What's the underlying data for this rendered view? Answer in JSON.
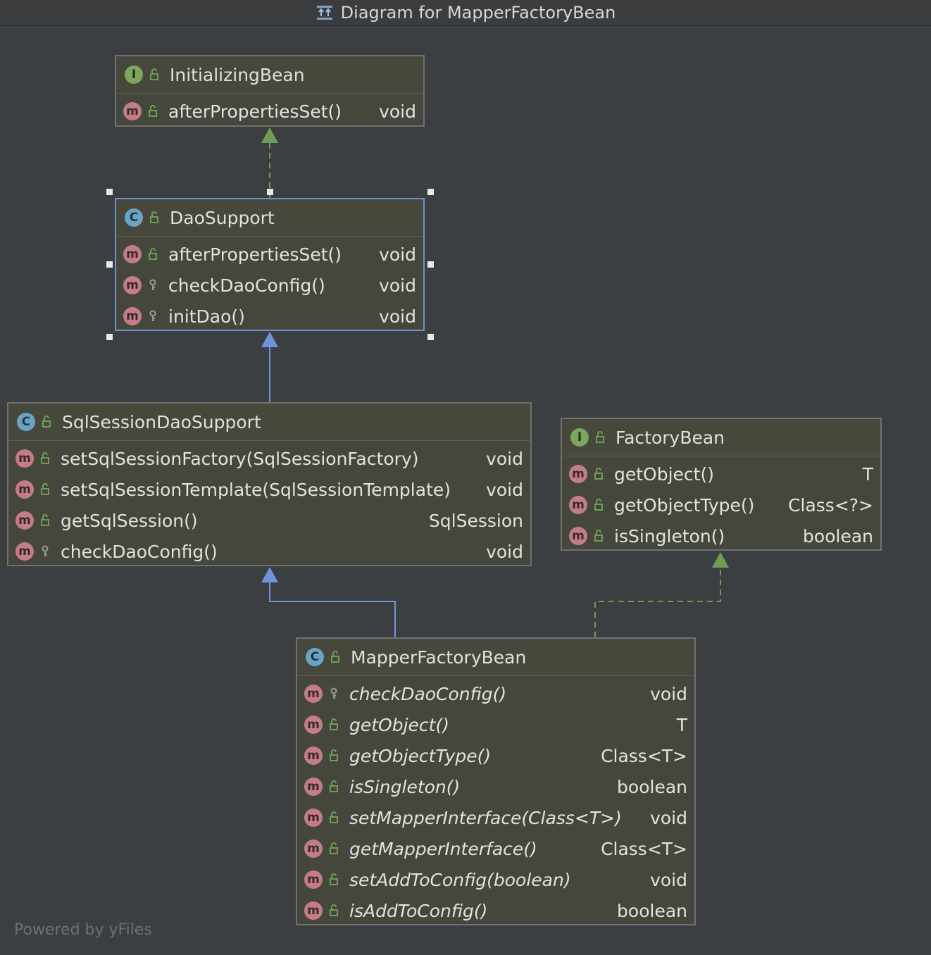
{
  "window": {
    "title": "Diagram for MapperFactoryBean"
  },
  "footer": "Powered by yFiles",
  "colors": {
    "background": "#3c3f41",
    "node_fill": "#45473c",
    "implements_edge": "#6e9e55",
    "extends_edge": "#6f93d8",
    "selection": "#6f93c8"
  },
  "nodes": {
    "initializing_bean": {
      "kind": "I",
      "kind_icon": "interface-icon",
      "name": "InitializingBean",
      "methods": [
        {
          "name": "afterPropertiesSet()",
          "ret": "void",
          "visibility": "public"
        }
      ]
    },
    "dao_support": {
      "kind": "C",
      "kind_icon": "abstract-class-icon",
      "name": "DaoSupport",
      "selected": true,
      "methods": [
        {
          "name": "afterPropertiesSet()",
          "ret": "void",
          "visibility": "public"
        },
        {
          "name": "checkDaoConfig()",
          "ret": "void",
          "visibility": "protected"
        },
        {
          "name": "initDao()",
          "ret": "void",
          "visibility": "protected"
        }
      ]
    },
    "sql_session_dao_support": {
      "kind": "C",
      "kind_icon": "abstract-class-icon",
      "name": "SqlSessionDaoSupport",
      "methods": [
        {
          "name": "setSqlSessionFactory(SqlSessionFactory)",
          "ret": "void",
          "visibility": "public"
        },
        {
          "name": "setSqlSessionTemplate(SqlSessionTemplate)",
          "ret": "void",
          "visibility": "public"
        },
        {
          "name": "getSqlSession()",
          "ret": "SqlSession",
          "visibility": "public"
        },
        {
          "name": "checkDaoConfig()",
          "ret": "void",
          "visibility": "protected"
        }
      ]
    },
    "factory_bean": {
      "kind": "I",
      "kind_icon": "interface-icon",
      "name": "FactoryBean",
      "methods": [
        {
          "name": "getObject()",
          "ret": "T",
          "visibility": "public"
        },
        {
          "name": "getObjectType()",
          "ret": "Class<?>",
          "visibility": "public"
        },
        {
          "name": "isSingleton()",
          "ret": "boolean",
          "visibility": "public"
        }
      ]
    },
    "mapper_factory_bean": {
      "kind": "C",
      "kind_icon": "class-icon",
      "name": "MapperFactoryBean",
      "methods": [
        {
          "name": "checkDaoConfig()",
          "ret": "void",
          "visibility": "protected"
        },
        {
          "name": "getObject()",
          "ret": "T",
          "visibility": "public"
        },
        {
          "name": "getObjectType()",
          "ret": "Class<T>",
          "visibility": "public"
        },
        {
          "name": "isSingleton()",
          "ret": "boolean",
          "visibility": "public"
        },
        {
          "name": "setMapperInterface(Class<T>)",
          "ret": "void",
          "visibility": "public"
        },
        {
          "name": "getMapperInterface()",
          "ret": "Class<T>",
          "visibility": "public"
        },
        {
          "name": "setAddToConfig(boolean)",
          "ret": "void",
          "visibility": "public"
        },
        {
          "name": "isAddToConfig()",
          "ret": "boolean",
          "visibility": "public"
        }
      ]
    }
  },
  "edges": [
    {
      "from": "DaoSupport",
      "to": "InitializingBean",
      "type": "implements"
    },
    {
      "from": "SqlSessionDaoSupport",
      "to": "DaoSupport",
      "type": "extends"
    },
    {
      "from": "MapperFactoryBean",
      "to": "SqlSessionDaoSupport",
      "type": "extends"
    },
    {
      "from": "MapperFactoryBean",
      "to": "FactoryBean",
      "type": "implements"
    }
  ]
}
